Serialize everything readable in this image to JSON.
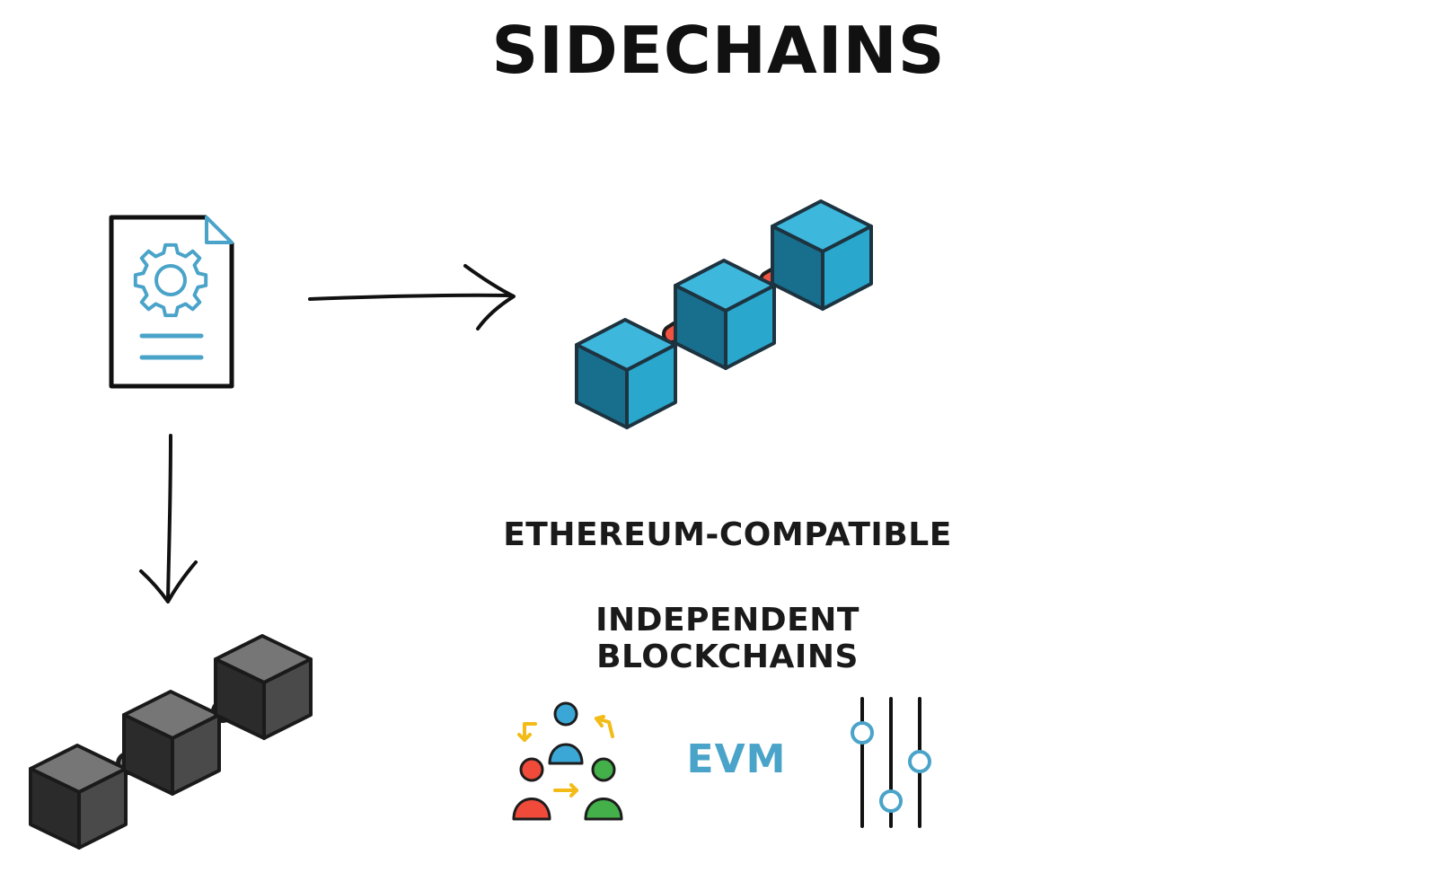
{
  "title": "SIDECHAINS",
  "captions": {
    "line1": "ETHEREUM-COMPATIBLE",
    "line2": "INDEPENDENT BLOCKCHAINS"
  },
  "evm_label": "EVM",
  "icons": {
    "document": "document-gear-icon",
    "sidechain": "blue-block-chain-icon",
    "mainchain": "gray-block-chain-icon",
    "community": "people-exchange-icon",
    "settings": "sliders-icon",
    "arrow_right": "arrow-right-icon",
    "arrow_down": "arrow-down-icon"
  },
  "colors": {
    "block_blue": "#2aa7cc",
    "block_blue_dark": "#197a98",
    "link_red": "#f0533f",
    "block_gray": "#6a6a6a",
    "block_gray_dark": "#2f2f2f",
    "accent": "#4aa3c9",
    "ink": "#111111"
  }
}
